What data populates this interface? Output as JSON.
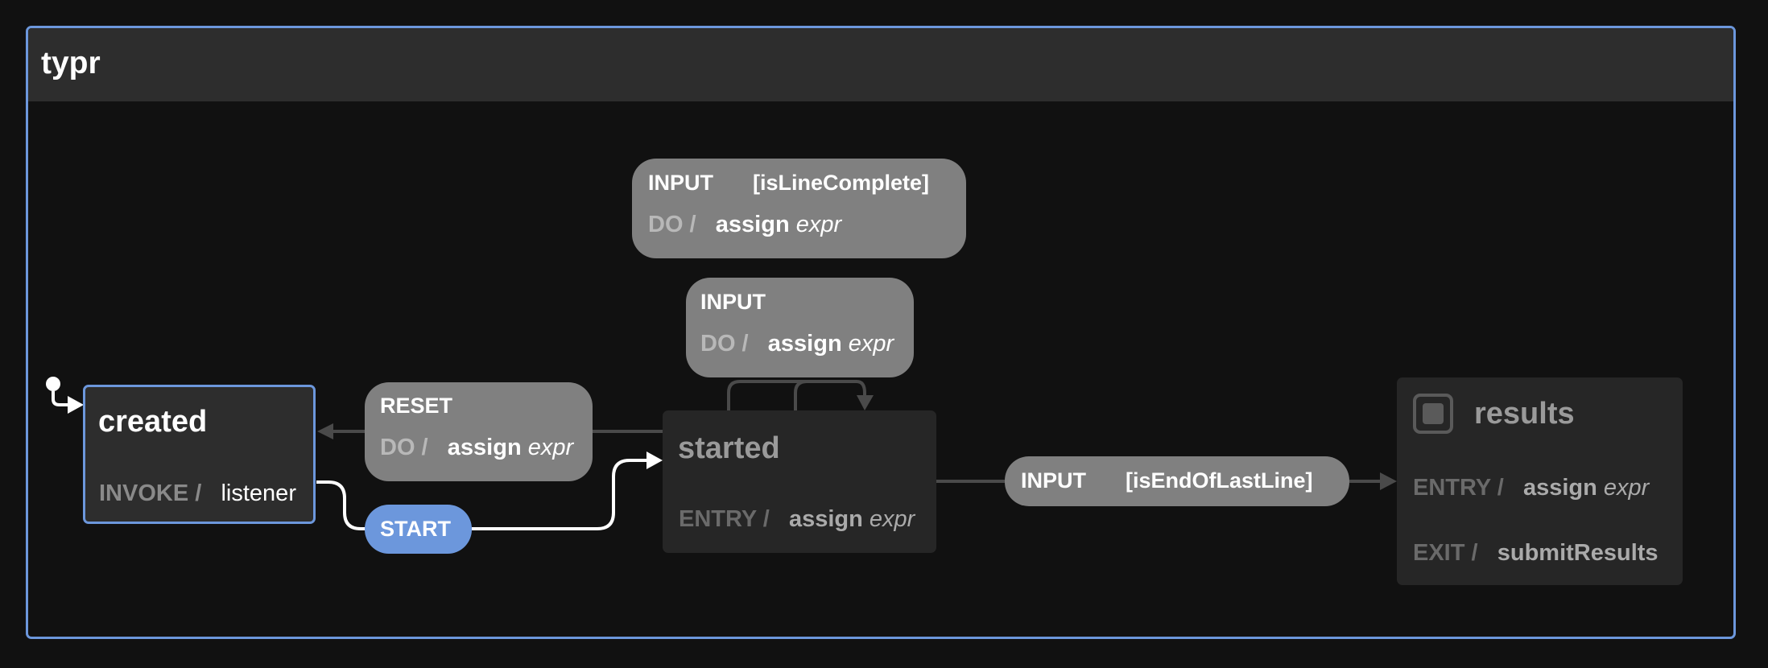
{
  "machine": {
    "title": "typr"
  },
  "states": {
    "created": {
      "title": "created",
      "row_key": "INVOKE /",
      "row_value": "listener"
    },
    "started": {
      "title": "started",
      "row_key": "ENTRY /",
      "row_action": "assign",
      "row_arg": "expr"
    },
    "results": {
      "title": "results",
      "entry_key": "ENTRY /",
      "entry_action": "assign",
      "entry_arg": "expr",
      "exit_key": "EXIT /",
      "exit_action": "submitResults"
    }
  },
  "transitions": {
    "input_line_complete": {
      "event": "INPUT",
      "guard": "[isLineComplete]",
      "do_key": "DO /",
      "action": "assign",
      "arg": "expr"
    },
    "input_self": {
      "event": "INPUT",
      "do_key": "DO /",
      "action": "assign",
      "arg": "expr"
    },
    "reset": {
      "event": "RESET",
      "do_key": "DO /",
      "action": "assign",
      "arg": "expr"
    },
    "start": {
      "event": "START"
    },
    "input_end": {
      "event": "INPUT",
      "guard": "[isEndOfLastLine]"
    }
  },
  "colors": {
    "accent": "#6c97dc",
    "pill": "#808080",
    "state_bg": "#2d2d2d",
    "edge": "#4a4a4a"
  }
}
